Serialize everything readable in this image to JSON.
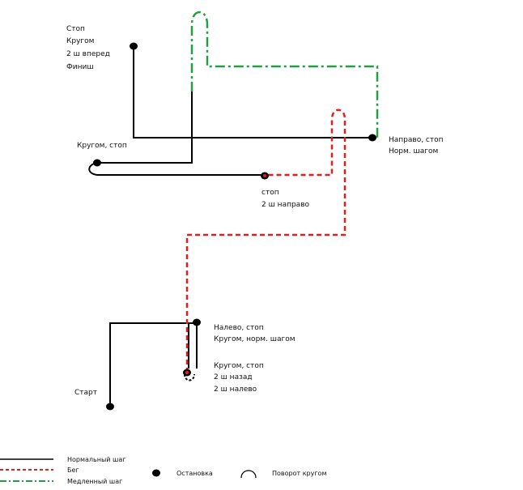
{
  "labels": {
    "finish_1": "Стоп",
    "finish_2": "Кругом",
    "finish_3": "2 ш вперед",
    "finish_4": "Финиш",
    "turn_stop": "Кругом, стоп",
    "right_stop_1": "Направо, стоп",
    "right_stop_2": "Норм. шагом",
    "stop_right_1": "стоп",
    "stop_right_2": "2 ш направо",
    "left_stop_1": "Налево, стоп",
    "left_stop_2": "Кругом, норм. шагом",
    "turn_back_1": "Кругом, стоп",
    "turn_back_2": "2 ш назад",
    "turn_back_3": "2 ш налево",
    "start": "Старт"
  },
  "legend": {
    "normal": "Нормальный шаг",
    "run": "Бег",
    "slow": "Медленный шаг",
    "stop": "Остановка",
    "turn": "Поворот кругом"
  },
  "colors": {
    "normal": "#000000",
    "run": "#e02020",
    "slow": "#20a040",
    "stop": "#000000"
  }
}
